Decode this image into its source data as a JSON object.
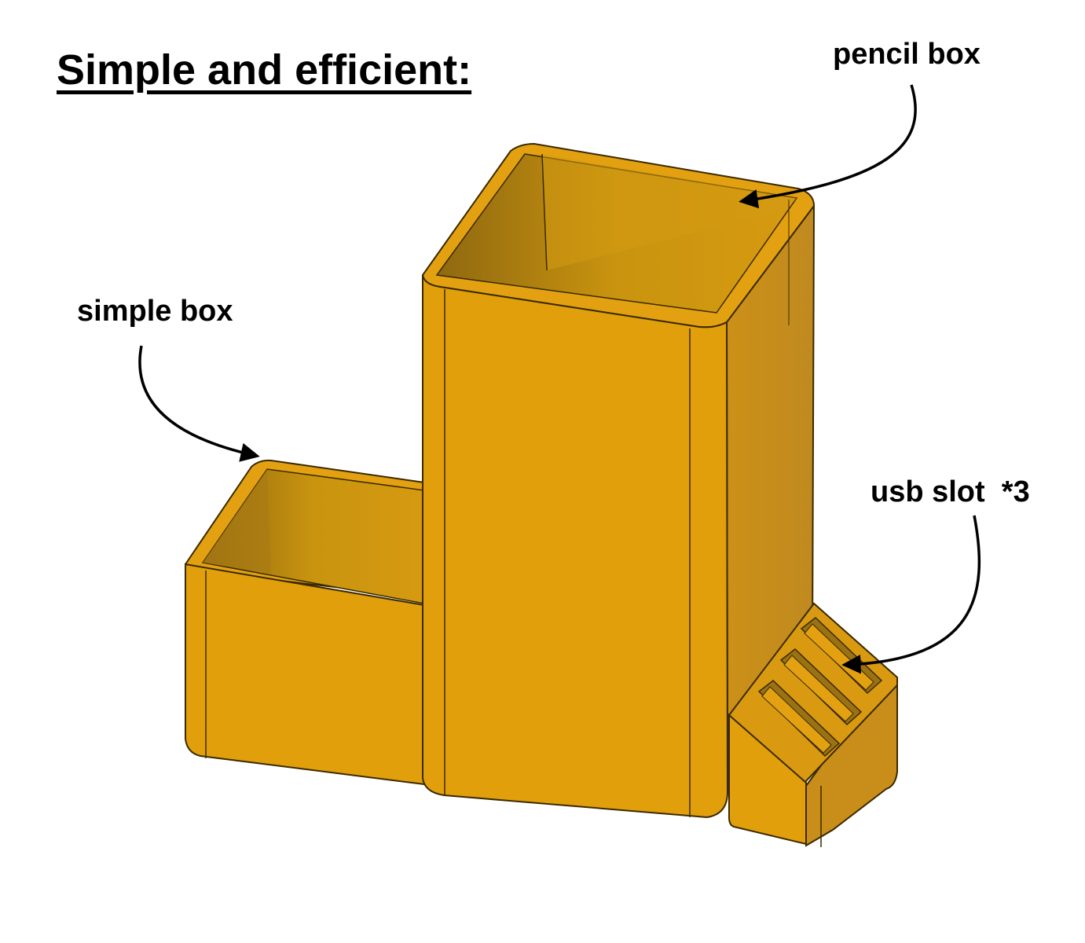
{
  "title": "Simple and efficient:",
  "labels": {
    "pencil_box": "pencil box",
    "simple_box": "simple box",
    "usb_slot": "usb slot  *3"
  },
  "colors": {
    "background": "#ffffff",
    "model_front": "#E19F0C",
    "model_side": "#C98D1A",
    "model_inner": "#B98A22",
    "outline": "#3a2a00",
    "text": "#000000"
  }
}
